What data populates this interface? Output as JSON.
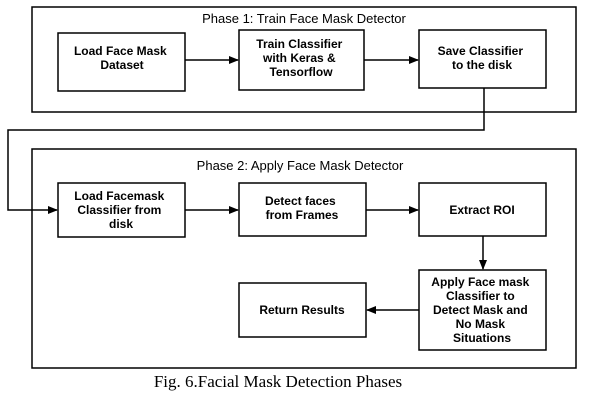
{
  "phase1": {
    "title": "Phase 1:  Train Face Mask Detector",
    "steps": {
      "load": [
        "Load Face Mask",
        "Dataset"
      ],
      "train": [
        "Train Classifier",
        "with Keras &",
        "Tensorflow"
      ],
      "save": [
        "Save Classifier",
        "to the disk"
      ]
    }
  },
  "phase2": {
    "title": "Phase 2:  Apply Face Mask Detector",
    "steps": {
      "load": [
        "Load Facemask",
        "Classifier from",
        "disk"
      ],
      "detect": [
        "Detect faces",
        "from Frames"
      ],
      "extract": [
        "Extract ROI"
      ],
      "apply": [
        "Apply Face mask",
        "Classifier to",
        "Detect Mask and",
        "No Mask",
        "Situations"
      ],
      "return": [
        "Return Results"
      ]
    }
  },
  "caption": "Fig. 6.Facial Mask Detection Phases"
}
